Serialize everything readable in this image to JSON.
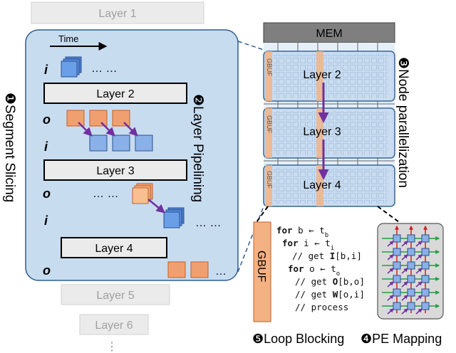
{
  "layers_outside": [
    "Layer 1",
    "Layer 5",
    "Layer 6"
  ],
  "vertical_dots": "⋮",
  "segment": {
    "time_label": "Time",
    "layer_boxes": [
      "Layer 2",
      "Layer 3",
      "Layer 4"
    ],
    "row_labels": [
      "i",
      "o",
      "i",
      "o",
      "i",
      "o"
    ],
    "ellipsis": "… …"
  },
  "chip": {
    "mem_label": "MEM",
    "node_layers": [
      "Layer 2",
      "Layer 3",
      "Layer 4"
    ],
    "gbuf_small": "GBUF"
  },
  "detail": {
    "gbuf_label": "GBUF",
    "code_lines": [
      {
        "kw": "for ",
        "rest": "b ← t",
        "sub": "b"
      },
      {
        "kw": "for ",
        "rest": "i ← t",
        "sub": "i"
      },
      {
        "kw": "",
        "rest": "// get ",
        "bold": "I",
        "tail": "[b,i]"
      },
      {
        "kw": "for ",
        "rest": "o ← t",
        "sub": "o"
      },
      {
        "kw": "",
        "rest": "// get ",
        "bold": "O",
        "tail": "[b,o]"
      },
      {
        "kw": "",
        "rest": "// get ",
        "bold": "W",
        "tail": "[o,i]"
      },
      {
        "kw": "",
        "rest": "// process",
        "bold": "",
        "tail": ""
      }
    ]
  },
  "captions": {
    "c1_num": "❶",
    "c1": "Segment Slicing",
    "c2_num": "❷",
    "c2": "Layer Pipelining",
    "c3_num": "❸",
    "c3": "Node parallelization",
    "c4_num": "❹",
    "c4": "PE Mapping",
    "c5_num": "❺",
    "c5": "Loop Blocking"
  },
  "colors": {
    "panel_fill": "#c8dcf0",
    "panel_stroke": "#2f5f8f",
    "input_tile": "#4a7fd0",
    "output_tile": "#f0a070",
    "output_stroke": "#c0602a",
    "arrow_purple": "#7030a0",
    "gray_box": "#ebebeb",
    "gray_text": "#a0a0a0",
    "mem_fill": "#7f7f7f",
    "gbuf_fill": "#f4b183"
  }
}
